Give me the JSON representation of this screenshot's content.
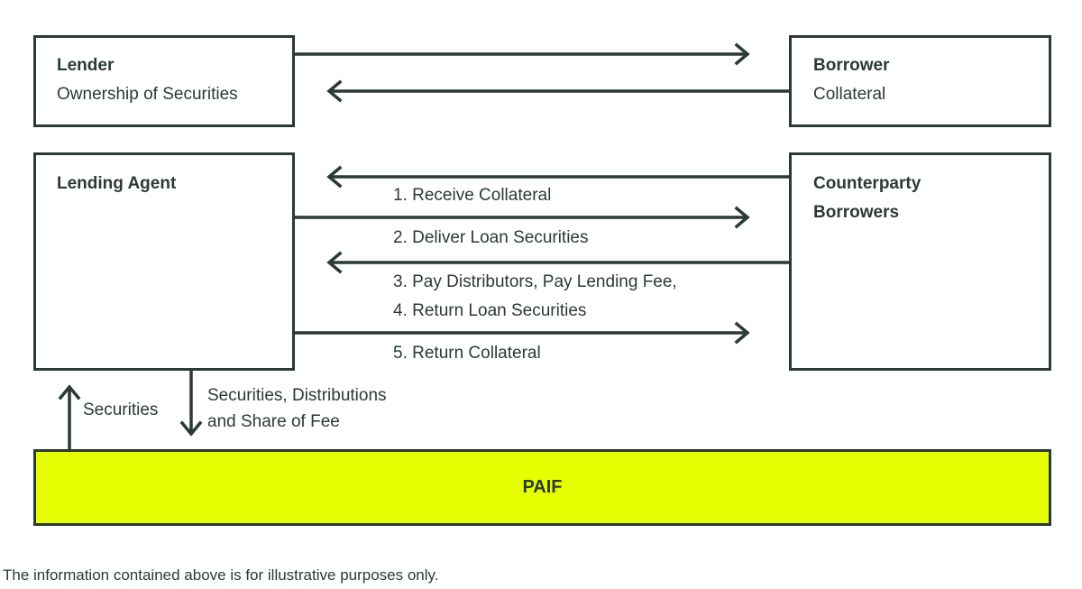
{
  "lender": {
    "title": "Lender",
    "subtitle": "Ownership of Securities"
  },
  "borrower": {
    "title": "Borrower",
    "subtitle": "Collateral"
  },
  "lending_agent": {
    "title": "Lending Agent"
  },
  "counterparty": {
    "title_line1": "Counterparty",
    "title_line2": "Borrowers"
  },
  "flows": {
    "step1": "1. Receive Collateral",
    "step2": "2. Deliver Loan Securities",
    "step3": "3. Pay Distributors, Pay Lending Fee,",
    "step4": "4. Return Loan Securities",
    "step5": "5. Return Collateral"
  },
  "paif_flows": {
    "up_label": "Securities",
    "down_label_line1": "Securities, Distributions",
    "down_label_line2": "and Share of Fee"
  },
  "paif": {
    "label": "PAIF"
  },
  "footnote": "The information contained above is for illustrative purposes only.",
  "colors": {
    "line": "#2b3a33",
    "paif_fill": "#e6ff00"
  }
}
